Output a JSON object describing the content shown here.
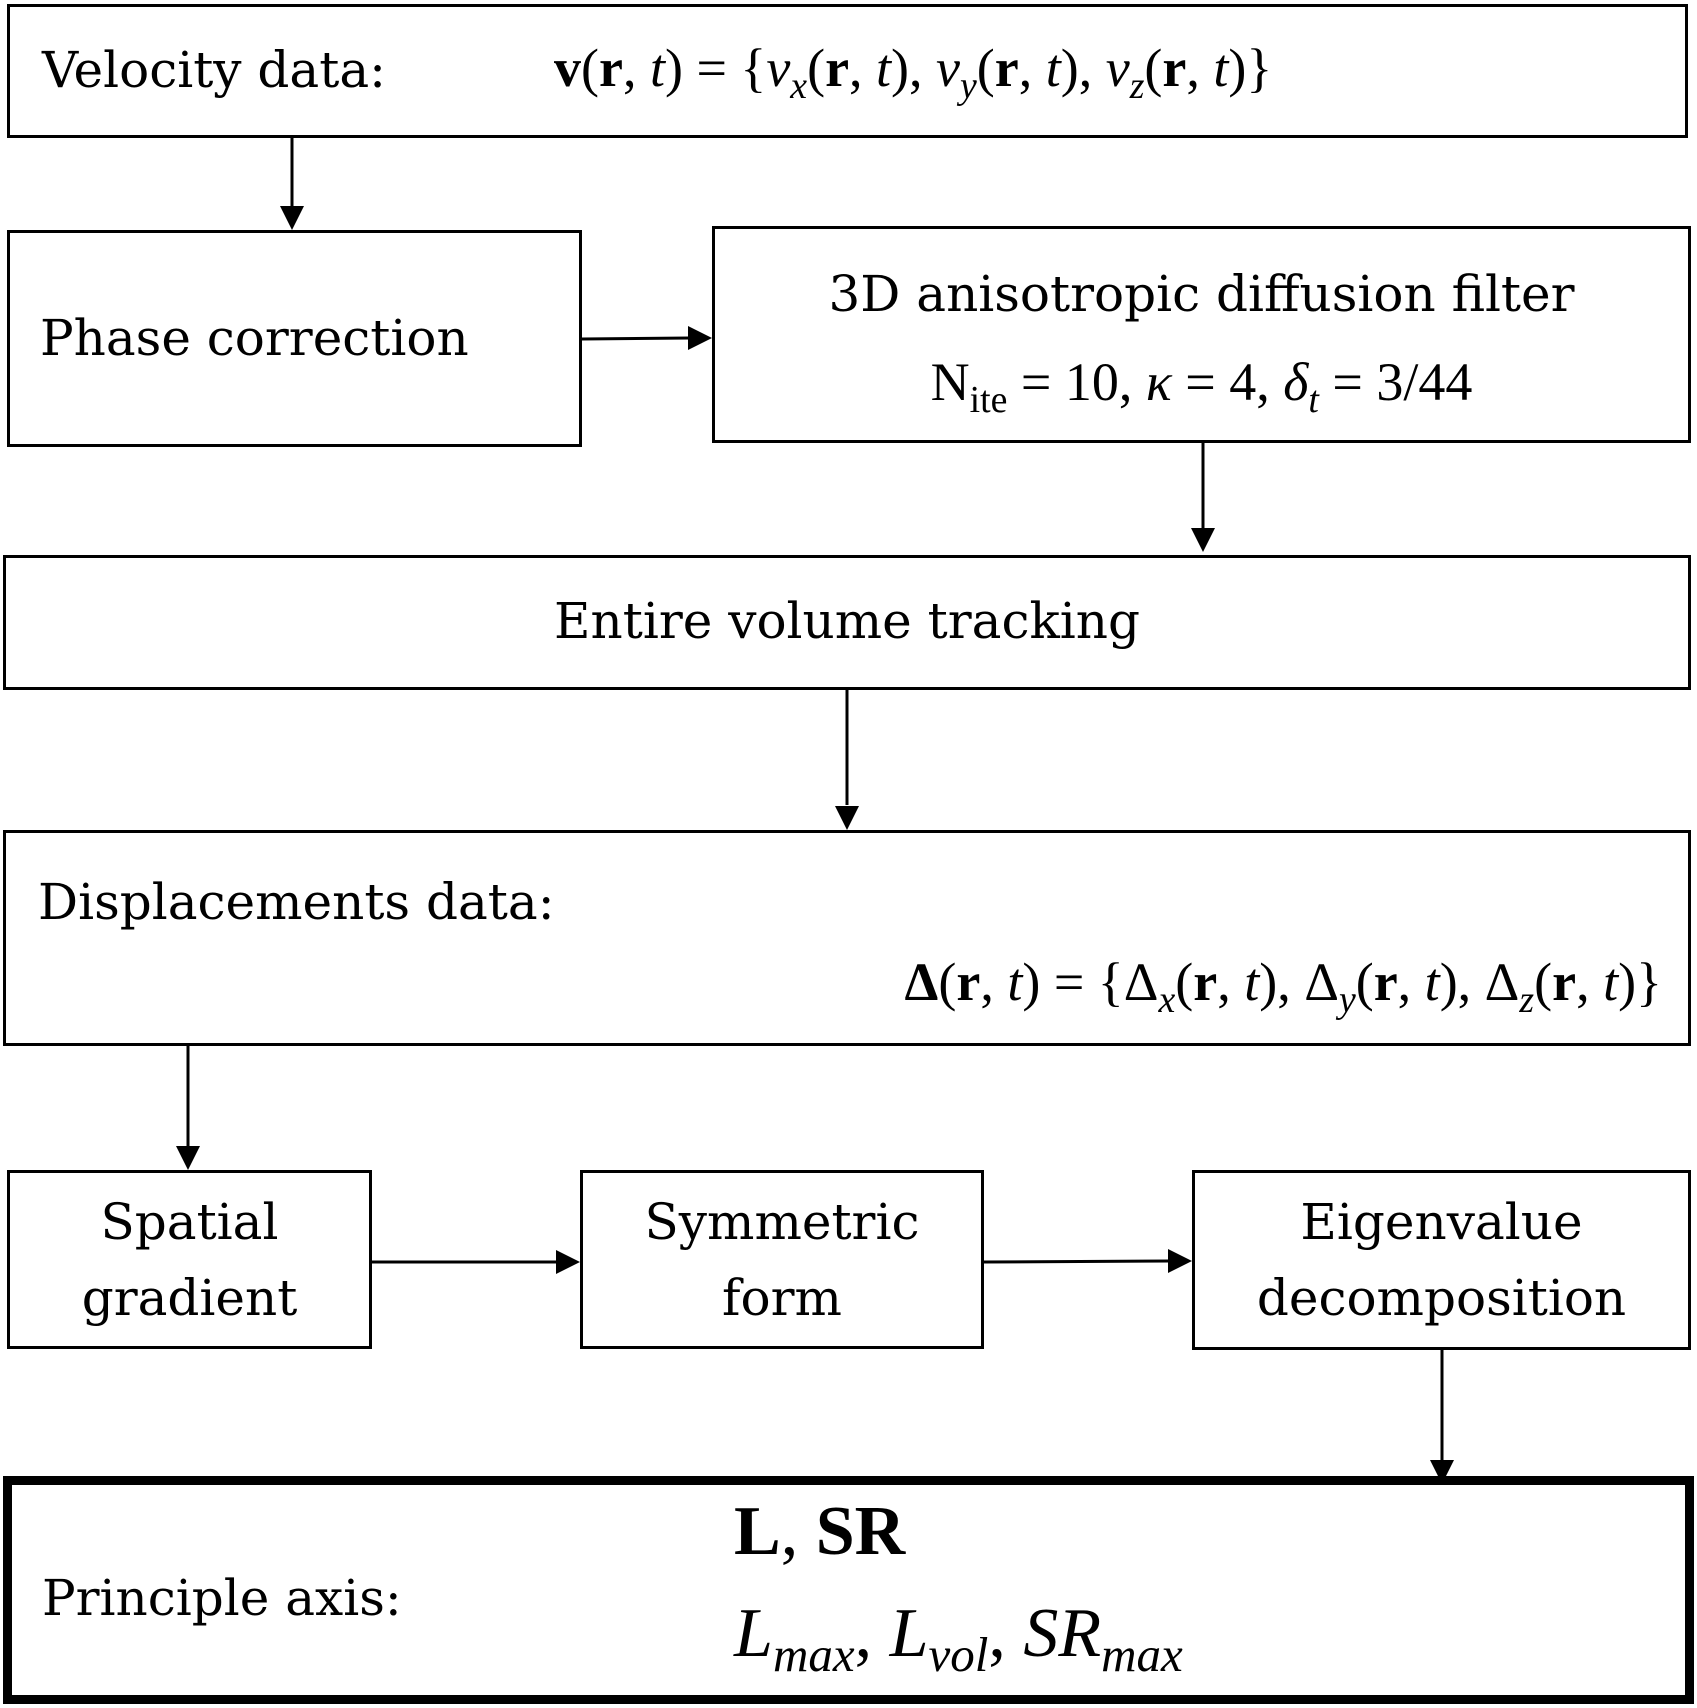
{
  "velocity": {
    "label": "Velocity data:",
    "formula": "v(r, t) = {v_x(r, t), v_y(r, t), v_z(r, t)}"
  },
  "phase": {
    "label": "Phase correction"
  },
  "filter": {
    "title": "3D anisotropic diffusion filter",
    "params": "N_ite = 10, κ = 4, δ_t = 3/44"
  },
  "tracking": {
    "label": "Entire volume tracking"
  },
  "displacements": {
    "label": "Displacements data:",
    "formula": "Δ(r, t) = {Δ_x(r, t), Δ_y(r, t), Δ_z(r, t)}"
  },
  "spatial": {
    "line1": "Spatial",
    "line2": "gradient"
  },
  "symmetric": {
    "line1": "Symmetric",
    "line2": "form"
  },
  "eigen": {
    "line1": "Eigenvalue",
    "line2": "decomposition"
  },
  "principle": {
    "label": "Principle axis:",
    "line1": "L, SR",
    "line2": "L_max, L_vol, SR_max"
  }
}
